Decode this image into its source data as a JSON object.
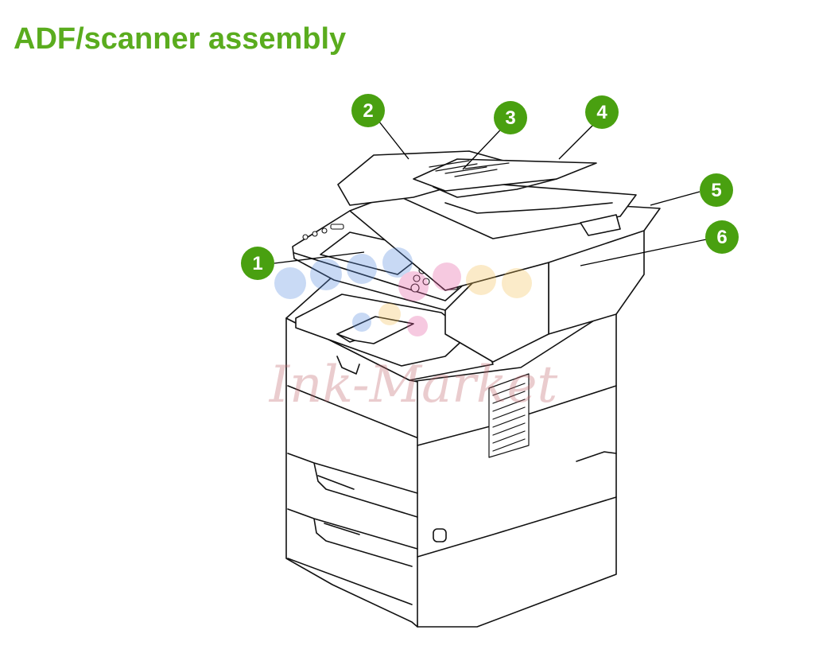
{
  "page": {
    "title": "ADF/scanner assembly",
    "title_color": "#5aac1e"
  },
  "callouts": [
    {
      "number": "1"
    },
    {
      "number": "2"
    },
    {
      "number": "3"
    },
    {
      "number": "4"
    },
    {
      "number": "5"
    },
    {
      "number": "6"
    }
  ],
  "colors": {
    "callout_fill": "#49a010",
    "callout_text": "#ffffff",
    "line": "#000000"
  },
  "watermark": {
    "text": "Ink-Market"
  }
}
